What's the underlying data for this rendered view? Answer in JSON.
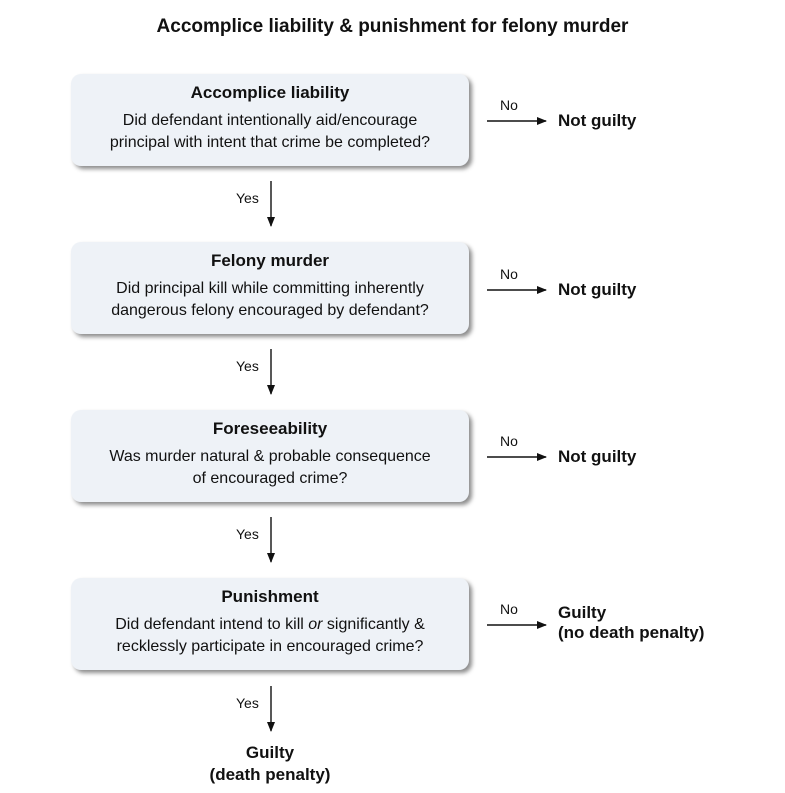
{
  "title": "Accomplice liability & punishment for felony murder",
  "steps": [
    {
      "heading": "Accomplice liability",
      "question_line1": "Did defendant intentionally aid/encourage",
      "question_line2": "principal with intent that crime be completed?",
      "no_label": "No",
      "outcome": "Not guilty",
      "yes_label": "Yes"
    },
    {
      "heading": "Felony murder",
      "question_line1": "Did principal kill while committing inherently",
      "question_line2": "dangerous felony encouraged by defendant?",
      "no_label": "No",
      "outcome": "Not guilty",
      "yes_label": "Yes"
    },
    {
      "heading": "Foreseeability",
      "question_line1": "Was murder natural & probable consequence",
      "question_line2": "of encouraged crime?",
      "no_label": "No",
      "outcome": "Not guilty",
      "yes_label": "Yes"
    },
    {
      "heading": "Punishment",
      "question_line1_pre": "Did defendant intend to kill ",
      "question_line1_em": "or",
      "question_line1_post": " significantly &",
      "question_line2": "recklessly participate in encouraged crime?",
      "no_label": "No",
      "outcome_line1": "Guilty",
      "outcome_line2": "(no death penalty)",
      "yes_label": "Yes"
    }
  ],
  "final_outcome": {
    "line1": "Guilty",
    "line2": "(death penalty)"
  },
  "colors": {
    "box_fill": "#eef2f7",
    "text": "#111111",
    "arrow": "#111111"
  }
}
